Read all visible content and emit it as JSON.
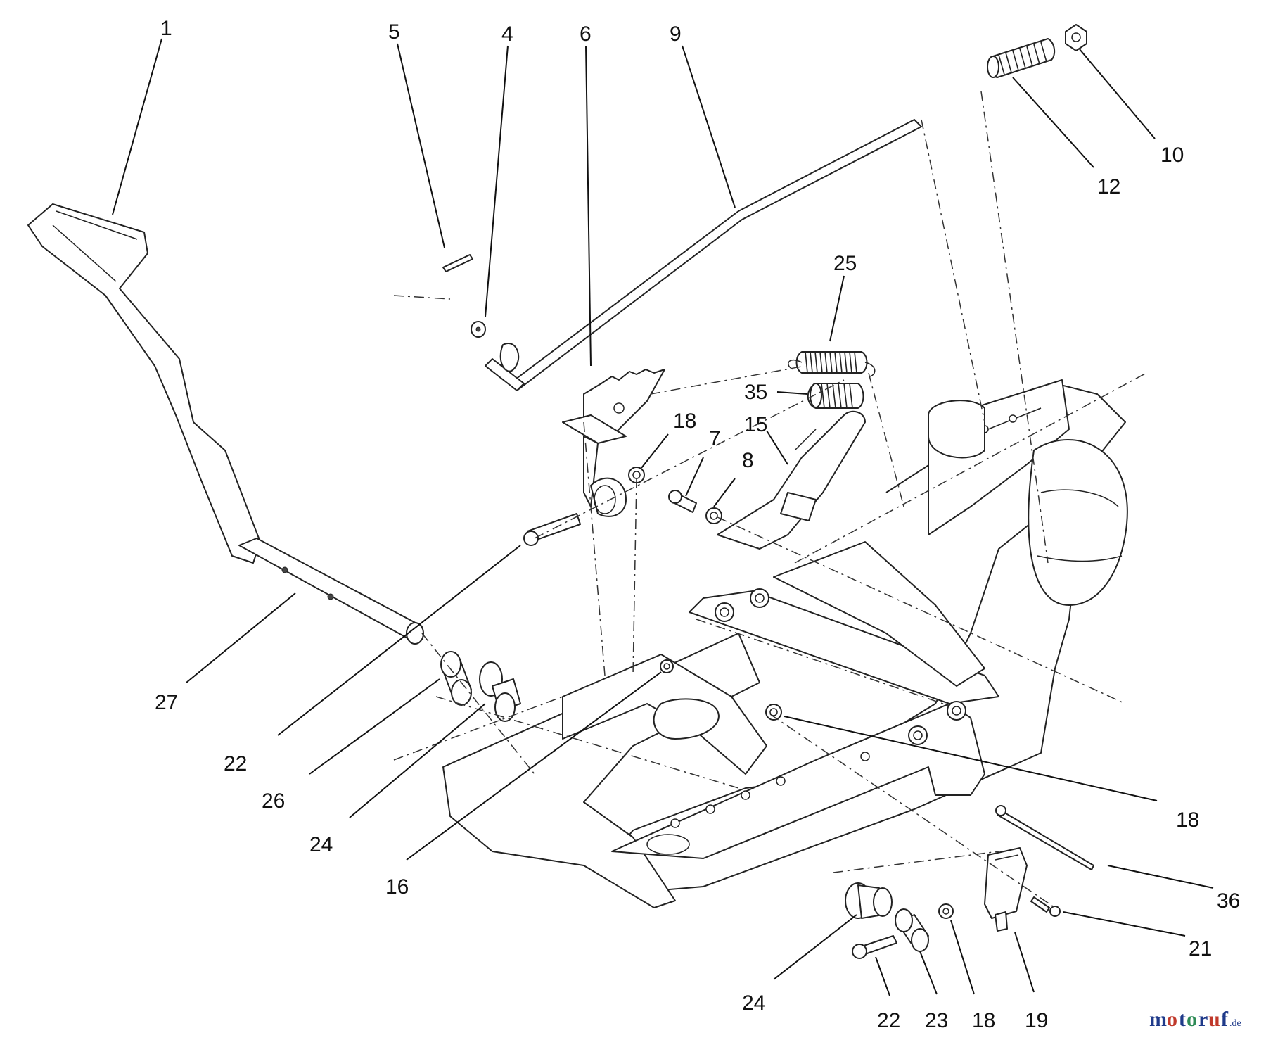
{
  "labels": [
    "1",
    "5",
    "4",
    "6",
    "9",
    "10",
    "12",
    "25",
    "35",
    "15",
    "18",
    "7",
    "8",
    "27",
    "22",
    "26",
    "24",
    "16",
    "18",
    "36",
    "21",
    "24",
    "22",
    "23",
    "18",
    "19"
  ],
  "watermark": {
    "brand": "motoruf",
    "suffix": ".de",
    "colors": [
      "#1f3a8a",
      "#c0392b",
      "#2e8b57"
    ]
  }
}
